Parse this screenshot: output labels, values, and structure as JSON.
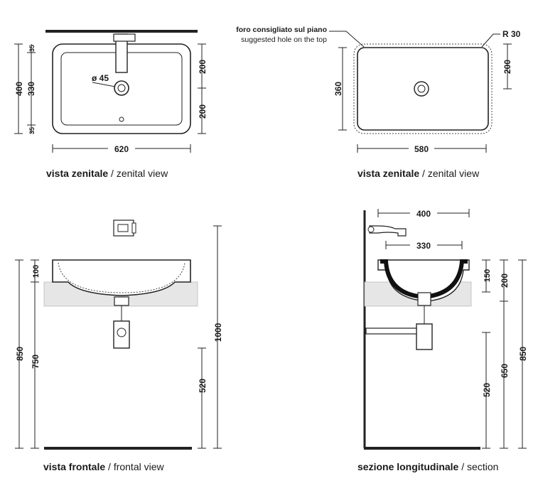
{
  "views": {
    "zenital": {
      "caption_bold": "vista zenitale",
      "caption_sep": " / ",
      "caption_rest": "zenital view",
      "dims": {
        "v35a": "35",
        "v400": "400",
        "v330": "330",
        "v35b": "35",
        "v200a": "200",
        "v200b": "200",
        "hole": "ø 45",
        "width": "620"
      }
    },
    "top_hole": {
      "caption_bold": "vista zenitale",
      "caption_sep": " / ",
      "caption_rest": "zenital view",
      "note_it": "foro consigliato sul piano",
      "note_en": "suggested hole on the top",
      "dims": {
        "radius": "R 30",
        "v360": "360",
        "v200": "200",
        "width": "580"
      }
    },
    "frontal": {
      "caption_bold": "vista frontale",
      "caption_sep": " / ",
      "caption_rest": "frontal view",
      "dims": {
        "v100": "100",
        "v850": "850",
        "v750": "750",
        "v520": "520",
        "v1000": "1000"
      }
    },
    "section": {
      "caption_bold": "sezione longitudinale",
      "caption_sep": " / ",
      "caption_rest": "section",
      "dims": {
        "h400": "400",
        "h330": "330",
        "v150": "150",
        "v200": "200",
        "v520": "520",
        "v650": "650",
        "v850": "850"
      }
    }
  },
  "colors": {
    "line": "#222222",
    "counter": "#e6e6e6",
    "white": "#ffffff"
  }
}
